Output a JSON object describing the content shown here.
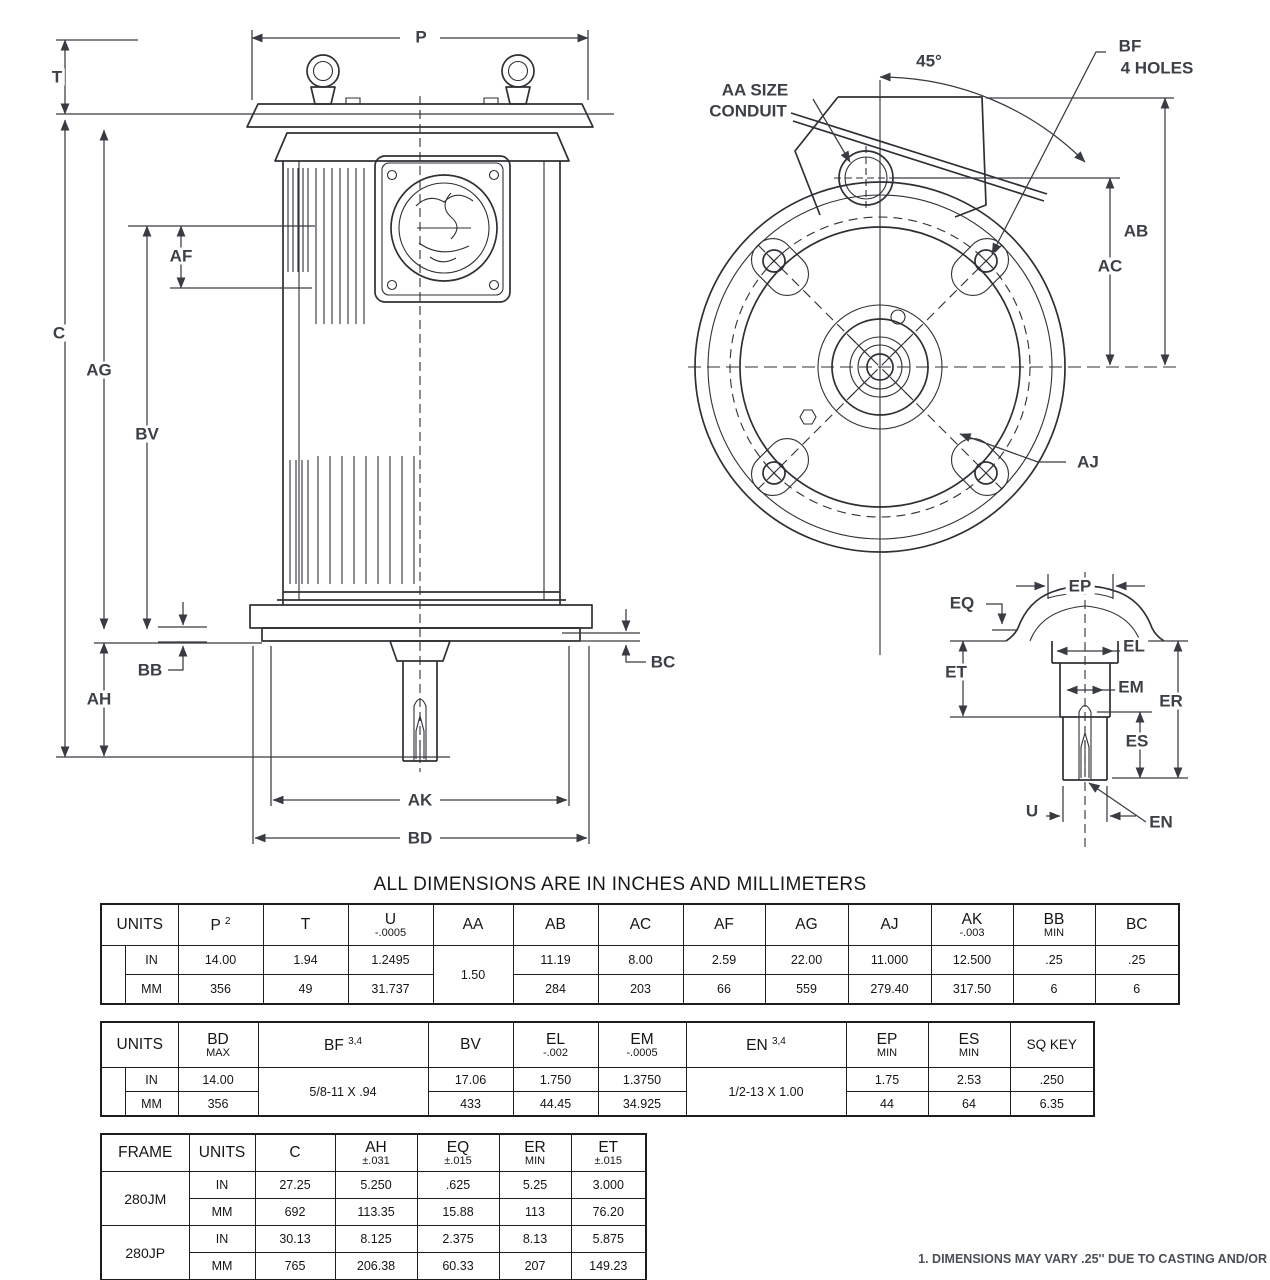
{
  "title": "ALL DIMENSIONS ARE IN INCHES AND MILLIMETERS",
  "footnote": "1. DIMENSIONS MAY VARY .25'' DUE TO CASTING AND/OR",
  "side_view": {
    "labels": {
      "p": "P",
      "t": "T",
      "c": "C",
      "af": "AF",
      "ag": "AG",
      "bv": "BV",
      "bb": "BB",
      "ah": "AH",
      "bc": "BC",
      "ak": "AK",
      "bd": "BD"
    }
  },
  "front_view": {
    "labels": {
      "aa1": "AA SIZE",
      "aa2": "CONDUIT",
      "angle": "45°",
      "bf1": "BF",
      "bf2": "4 HOLES",
      "ab": "AB",
      "ac": "AC",
      "aj": "AJ"
    }
  },
  "shaft_view": {
    "labels": {
      "ep": "EP",
      "eq": "EQ",
      "el": "EL",
      "et": "ET",
      "em": "EM",
      "er": "ER",
      "es": "ES",
      "u": "U",
      "en": "EN"
    }
  },
  "table1": {
    "headers": {
      "units": "UNITS",
      "p": "P",
      "p_sup": "2",
      "t": "T",
      "u": "U",
      "u_sub": "-.0005",
      "aa": "AA",
      "ab": "AB",
      "ac": "AC",
      "af": "AF",
      "ag": "AG",
      "aj": "AJ",
      "ak": "AK",
      "ak_sub": "-.003",
      "bb": "BB",
      "bb_sub": "MIN",
      "bc": "BC"
    },
    "row_in": {
      "unit": "IN",
      "p": "14.00",
      "t": "1.94",
      "u": "1.2495",
      "aa": "1.50",
      "ab": "11.19",
      "ac": "8.00",
      "af": "2.59",
      "ag": "22.00",
      "aj": "11.000",
      "ak": "12.500",
      "bb": ".25",
      "bc": ".25"
    },
    "row_mm": {
      "unit": "MM",
      "p": "356",
      "t": "49",
      "u": "31.737",
      "ab": "284",
      "ac": "203",
      "af": "66",
      "ag": "559",
      "aj": "279.40",
      "ak": "317.50",
      "bb": "6",
      "bc": "6"
    }
  },
  "table2": {
    "headers": {
      "units": "UNITS",
      "bd": "BD",
      "bd_sub": "MAX",
      "bf": "BF",
      "bf_sup": "3,4",
      "bv": "BV",
      "el": "EL",
      "el_sub": "-.002",
      "em": "EM",
      "em_sub": "-.0005",
      "en": "EN",
      "en_sup": "3,4",
      "ep": "EP",
      "ep_sub": "MIN",
      "es": "ES",
      "es_sub": "MIN",
      "sq_key": "SQ KEY"
    },
    "row_in": {
      "unit": "IN",
      "bd": "14.00",
      "bf": "5/8-11 X .94",
      "bv": "17.06",
      "el": "1.750",
      "em": "1.3750",
      "en": "1/2-13 X 1.00",
      "ep": "1.75",
      "es": "2.53",
      "sq_key": ".250"
    },
    "row_mm": {
      "unit": "MM",
      "bd": "356",
      "bv": "433",
      "el": "44.45",
      "em": "34.925",
      "ep": "44",
      "es": "64",
      "sq_key": "6.35"
    }
  },
  "table3": {
    "headers": {
      "frame": "FRAME",
      "units": "UNITS",
      "c": "C",
      "ah": "AH",
      "ah_sub": "±.031",
      "eq": "EQ",
      "eq_sub": "±.015",
      "er": "ER",
      "er_sub": "MIN",
      "et": "ET",
      "et_sub": "±.015"
    },
    "frames": {
      "jm": "280JM",
      "jp": "280JP"
    },
    "rows": [
      {
        "unit": "IN",
        "c": "27.25",
        "ah": "5.250",
        "eq": ".625",
        "er": "5.25",
        "et": "3.000"
      },
      {
        "unit": "MM",
        "c": "692",
        "ah": "113.35",
        "eq": "15.88",
        "er": "113",
        "et": "76.20"
      },
      {
        "unit": "IN",
        "c": "30.13",
        "ah": "8.125",
        "eq": "2.375",
        "er": "8.13",
        "et": "5.875"
      },
      {
        "unit": "MM",
        "c": "765",
        "ah": "206.38",
        "eq": "60.33",
        "er": "207",
        "et": "149.23"
      }
    ]
  }
}
